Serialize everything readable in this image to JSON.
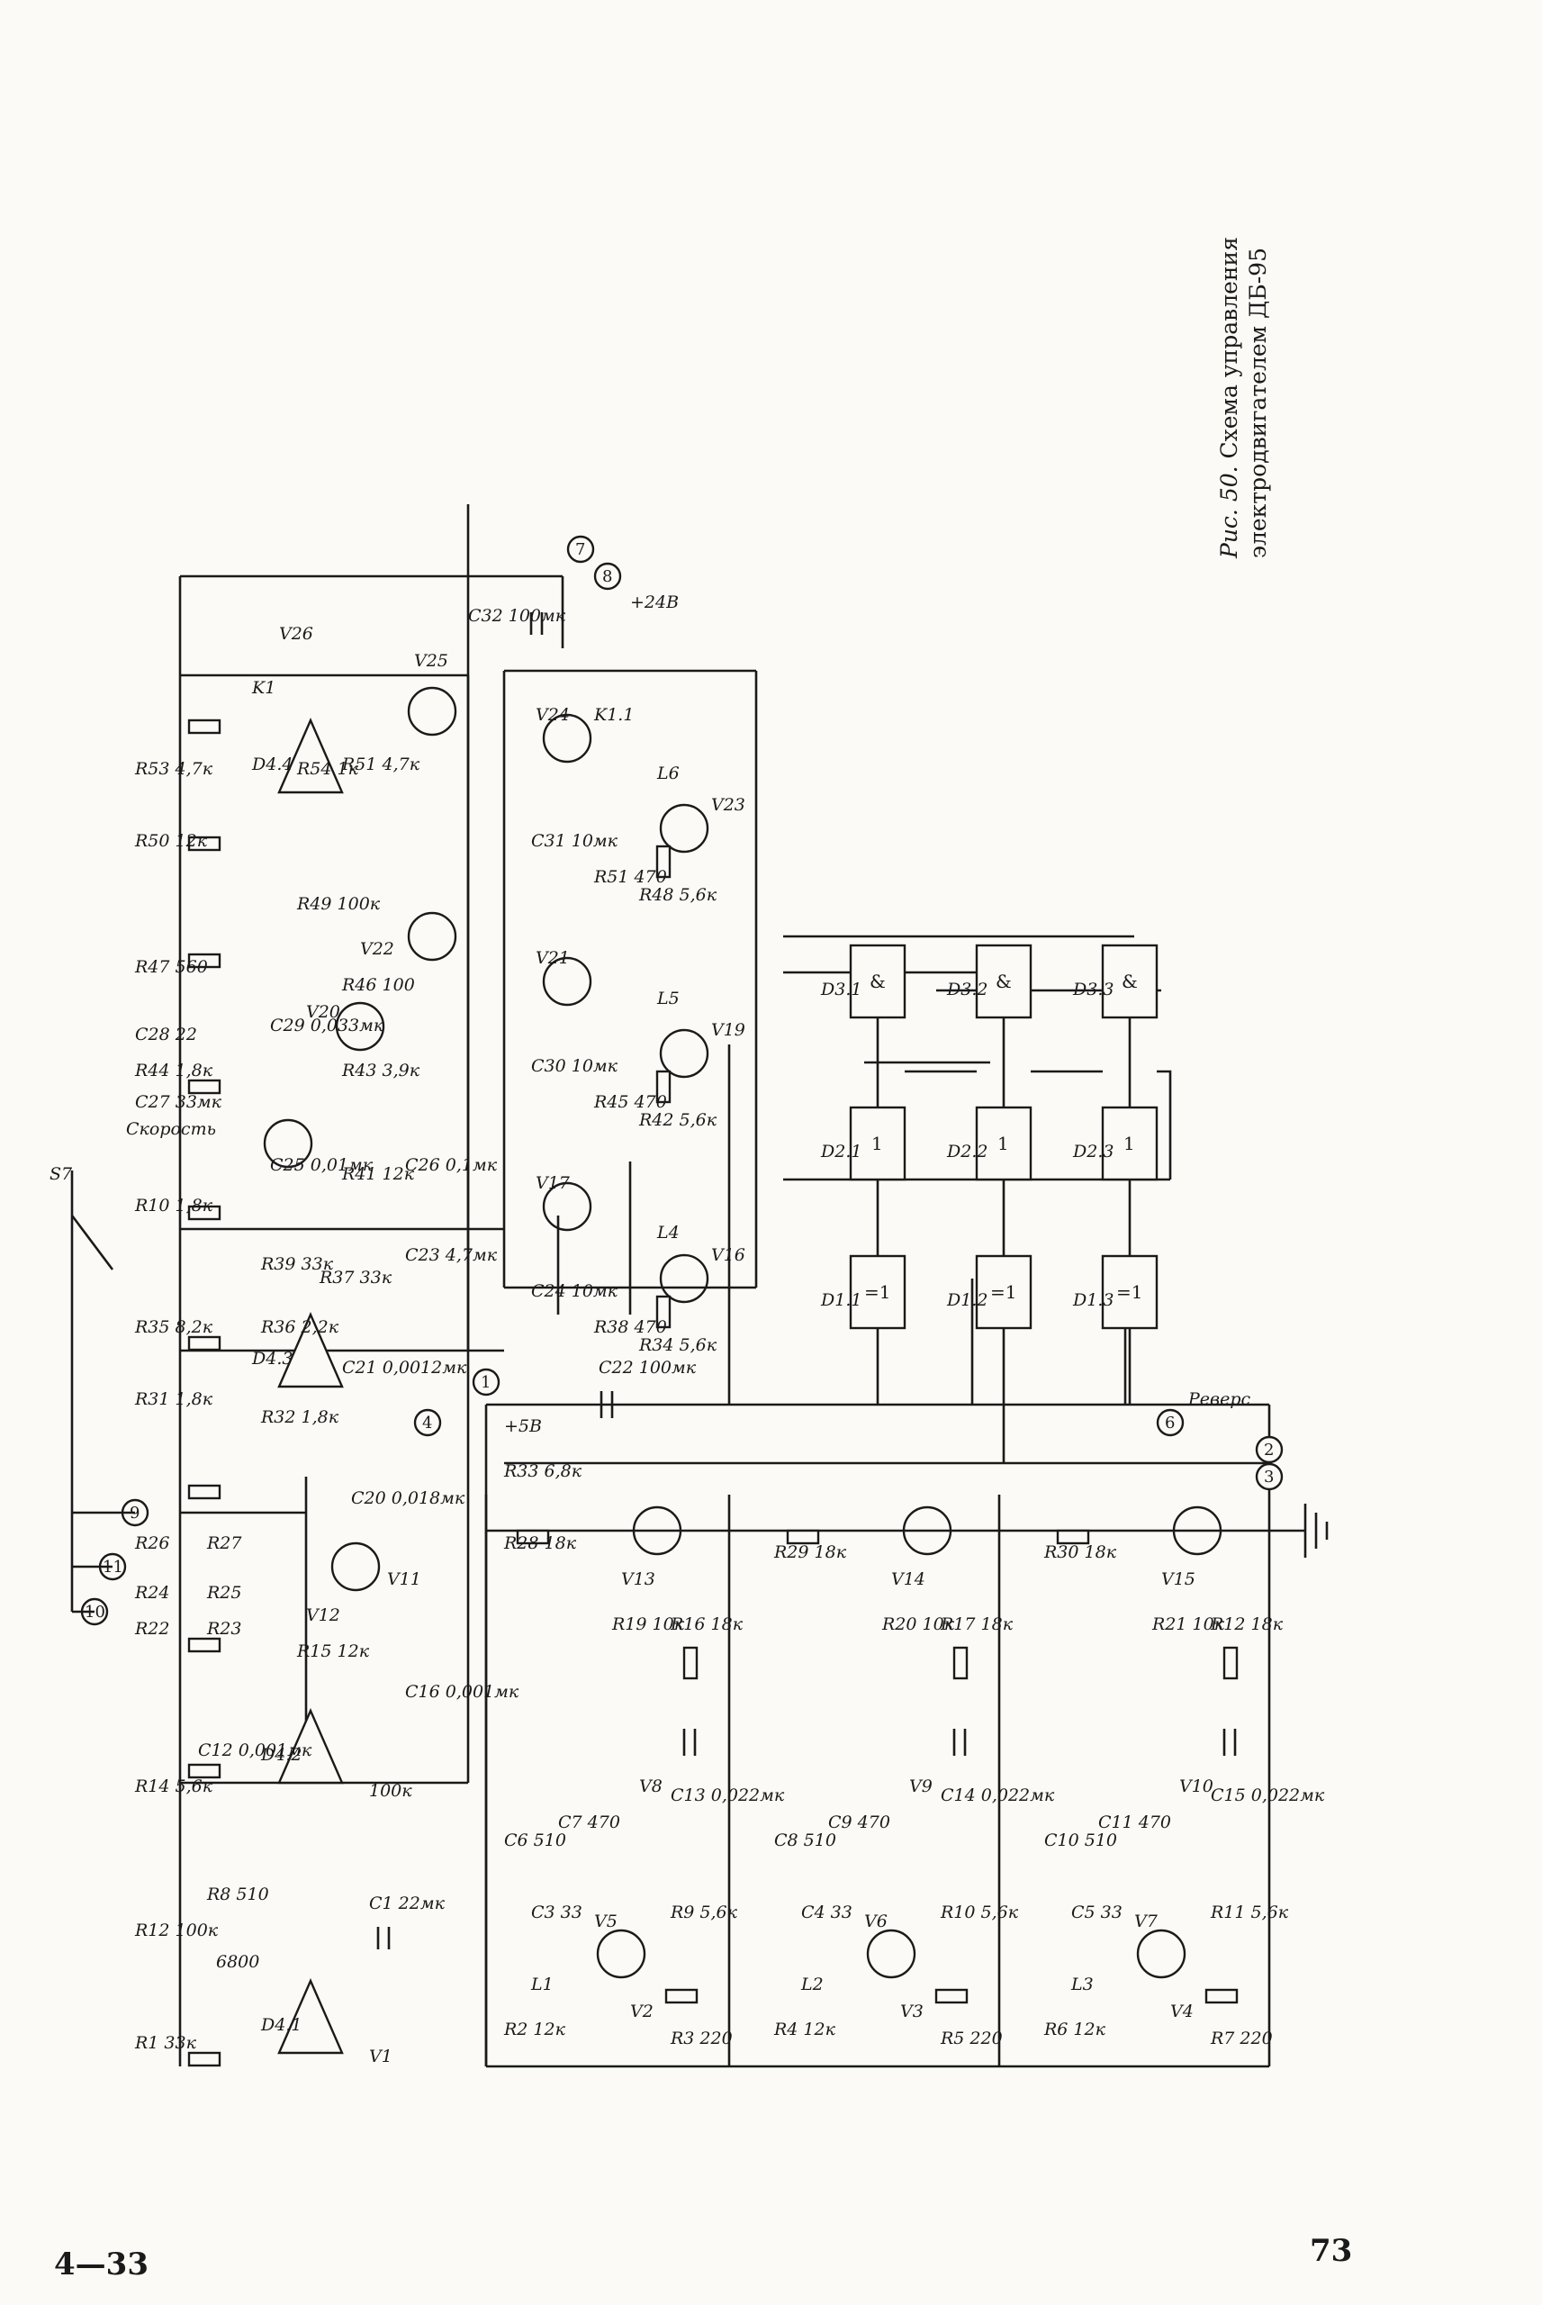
{
  "caption": {
    "figure": "Рис. 50.",
    "line1": "Схема управления",
    "line2": "электродвигателем ДБ-95"
  },
  "page": {
    "left_code": "4—33",
    "page_number": "73"
  },
  "labels": {
    "switch": "S7",
    "speed": "Скорость",
    "reverse": "Реверс",
    "plus5": "+5В",
    "plus24": "+24В"
  },
  "pins": [
    "1",
    "2",
    "3",
    "4",
    "6",
    "7",
    "8",
    "9",
    "10",
    "11"
  ],
  "logic": {
    "D1": [
      "D1.1",
      "D1.2",
      "D1.3"
    ],
    "D1_sym": "=1",
    "D2": [
      "D2.1",
      "D2.2",
      "D2.3"
    ],
    "D2_sym": "1",
    "D3": [
      "D3.1",
      "D3.2",
      "D3.3"
    ],
    "D3_sym": "&",
    "opamps": [
      "D4.1",
      "D4.2",
      "D4.3",
      "D4.4"
    ]
  },
  "top_row": [
    "R1 33к",
    "R12 100к",
    "R8 510",
    "R14 5,6к",
    "R15 12к",
    "R22",
    "R23",
    "R24",
    "R25",
    "R26",
    "R27",
    "R31 1,8к",
    "R32 1,8к",
    "R35 8,2к",
    "R36 2,2к",
    "R37 33к",
    "R39 33к",
    "R10 1,8к",
    "R41 12к",
    "R43 3,9к",
    "R44 1,8к",
    "R46 100",
    "R47 560",
    "R49 100к",
    "R50 12к",
    "R51 4,7к",
    "R53 4,7к",
    "R54 1к",
    "C1 22мк",
    "C12 0,001мк",
    "C16 0,001мк",
    "C20 0,018мк",
    "C21 0,0012мк",
    "C23 4,7мк",
    "C25 0,01мк",
    "C26 0,1мк",
    "C27 33мк",
    "C28 22",
    "C29 0,033мк",
    "C32 100мк",
    "6800",
    "100к",
    "V1",
    "V11",
    "V12",
    "V20",
    "V22",
    "V25",
    "V26",
    "K1"
  ],
  "mid_row": [
    "R28 18к",
    "R33 6,8к",
    "R34 5,6к",
    "R38 470",
    "R42 5,6к",
    "R45 470",
    "R48 5,6к",
    "R51 470",
    "C22 100мк",
    "C24 10мк",
    "C30 10мк",
    "C31 10мк",
    "V13",
    "V14",
    "V15",
    "V16",
    "V17",
    "V19",
    "V21",
    "V23",
    "V24",
    "K1.1",
    "L4",
    "L5",
    "L6"
  ],
  "bottom": {
    "row1": [
      "R2 12к",
      "L1",
      "C3 33",
      "C6 510",
      "C7 470",
      "V5",
      "V2",
      "R3 220",
      "R9 5,6к",
      "V8",
      "C13 0,022мк",
      "R16 18к",
      "R19 10к",
      "V13"
    ],
    "row2": [
      "R4 12к",
      "L2",
      "C4 33",
      "C8 510",
      "C9 470",
      "V6",
      "V3",
      "R5 220",
      "R10 5,6к",
      "V9",
      "C14 0,022мк",
      "R17 18к",
      "R20 10к",
      "R29 18к",
      "V14"
    ],
    "row3": [
      "R6 12к",
      "L3",
      "C5 33",
      "C10 510",
      "C11 470",
      "V7",
      "V4",
      "R7 220",
      "R11 5,6к",
      "V10",
      "C15 0,022мк",
      "R12 18к",
      "R21 10к",
      "R30 18к",
      "V15"
    ]
  }
}
